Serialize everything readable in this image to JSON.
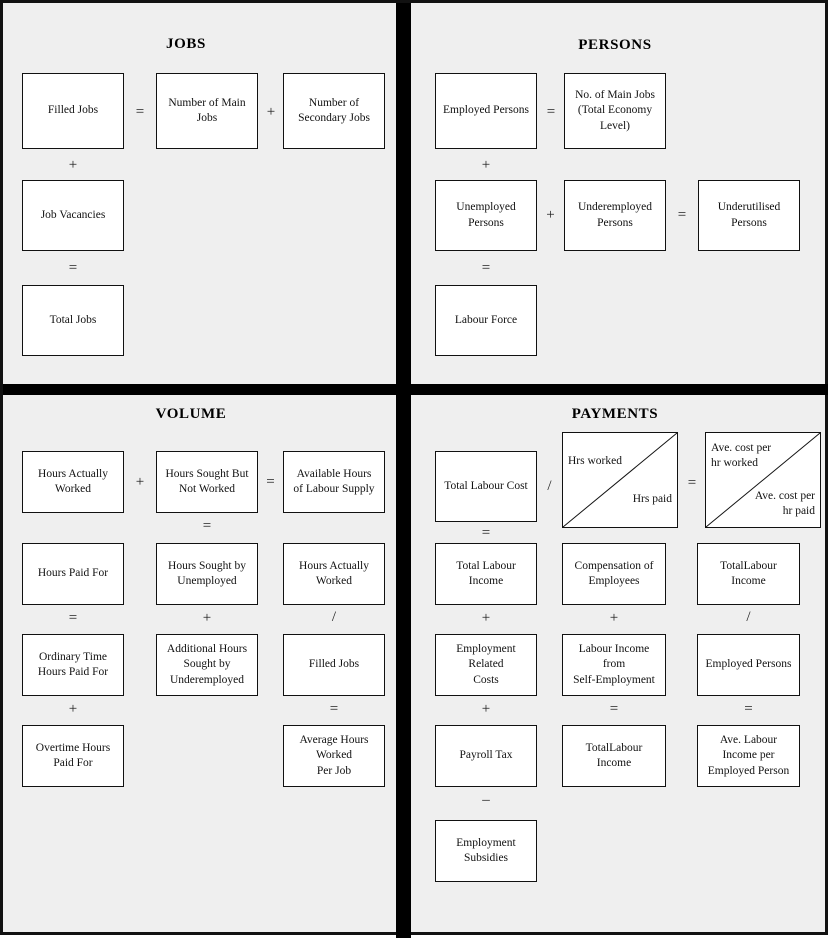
{
  "page": {
    "title": "Labour Market Framework Diagram",
    "background_color": "#efefef",
    "box_fill": "#ffffff",
    "line_color": "#111111",
    "divider_color": "#000000"
  },
  "quadrants": {
    "jobs": {
      "title": "JOBS",
      "boxes": [
        {
          "id": "filled-jobs",
          "label": "Filled Jobs"
        },
        {
          "id": "number-of-main-jobs",
          "label": "Number of Main\nJobs"
        },
        {
          "id": "number-of-secondary-jobs",
          "label": "Number of\nSecondary Jobs"
        },
        {
          "id": "job-vacancies",
          "label": "Job Vacancies"
        },
        {
          "id": "total-jobs",
          "label": "Total Jobs"
        }
      ],
      "operators": [
        {
          "id": "eq-filled-main",
          "symbol": "="
        },
        {
          "id": "plus-main-secondary",
          "symbol": "+"
        },
        {
          "id": "plus-filled-vacancies",
          "symbol": "+"
        },
        {
          "id": "eq-vacancies-total",
          "symbol": "="
        }
      ]
    },
    "persons": {
      "title": "PERSONS",
      "boxes": [
        {
          "id": "employed-persons",
          "label": "Employed Persons"
        },
        {
          "id": "no-of-main-jobs-total-economy",
          "label": "No. of Main Jobs\n(Total Economy\nLevel)"
        },
        {
          "id": "unemployed-persons",
          "label": "Unemployed\nPersons"
        },
        {
          "id": "underemployed-persons",
          "label": "Underemployed\nPersons"
        },
        {
          "id": "underutilised-persons",
          "label": "Underutilised\nPersons"
        },
        {
          "id": "labour-force",
          "label": "Labour Force"
        }
      ],
      "operators": [
        {
          "id": "eq-employed-mainjobs",
          "symbol": "="
        },
        {
          "id": "plus-employed-unemployed",
          "symbol": "+"
        },
        {
          "id": "plus-unemployed-underemployed",
          "symbol": "+"
        },
        {
          "id": "eq-underemployed-underutilised",
          "symbol": "="
        },
        {
          "id": "eq-unemployed-labourforce",
          "symbol": "="
        }
      ]
    },
    "volume": {
      "title": "VOLUME",
      "boxes": [
        {
          "id": "hours-actually-worked",
          "label": "Hours Actually\nWorked"
        },
        {
          "id": "hours-sought-but-not-worked",
          "label": "Hours Sought But\nNot Worked"
        },
        {
          "id": "available-hours-of-labour-supply",
          "label": "Available Hours\nof Labour Supply"
        },
        {
          "id": "hours-paid-for",
          "label": "Hours Paid For"
        },
        {
          "id": "hours-sought-by-unemployed",
          "label": "Hours Sought by\nUnemployed"
        },
        {
          "id": "hours-actually-worked-2",
          "label": "Hours Actually\nWorked"
        },
        {
          "id": "ordinary-time-hours-paid-for",
          "label": "Ordinary Time\nHours Paid For"
        },
        {
          "id": "additional-hours-sought-by-underemployed",
          "label": "Additional Hours\nSought by\nUnderemployed"
        },
        {
          "id": "filled-jobs-volume",
          "label": "Filled Jobs"
        },
        {
          "id": "overtime-hours-paid-for",
          "label": "Overtime Hours\nPaid For"
        },
        {
          "id": "average-hours-worked-per-job",
          "label": "Average Hours\nWorked\nPer Job"
        }
      ],
      "operators": [
        {
          "id": "plus-haw-hsbnw",
          "symbol": "+"
        },
        {
          "id": "eq-hsbnw-available",
          "symbol": "="
        },
        {
          "id": "eq-hsbnw-hsbu",
          "symbol": "="
        },
        {
          "id": "eq-hpf-othpf",
          "symbol": "="
        },
        {
          "id": "plus-hsbu-addl",
          "symbol": "+"
        },
        {
          "id": "div-haw2-filledjobs",
          "symbol": "/"
        },
        {
          "id": "plus-othpf-overtime",
          "symbol": "+"
        },
        {
          "id": "eq-filledjobs-avghours",
          "symbol": "="
        }
      ]
    },
    "payments": {
      "title": "PAYMENTS",
      "boxes": [
        {
          "id": "total-labour-cost",
          "label": "Total Labour Cost"
        },
        {
          "id": "total-labour-income-1",
          "label": "Total Labour\nIncome"
        },
        {
          "id": "employment-related-costs",
          "label": "Employment\nRelated\nCosts"
        },
        {
          "id": "payroll-tax",
          "label": "Payroll Tax"
        },
        {
          "id": "employment-subsidies",
          "label": "Employment\nSubsidies"
        },
        {
          "id": "compensation-of-employees",
          "label": "Compensation of\nEmployees"
        },
        {
          "id": "labour-income-from-self-employment",
          "label": "Labour Income\nfrom\nSelf-Employment"
        },
        {
          "id": "total-labour-income-2",
          "label": "TotalLabour\nIncome"
        },
        {
          "id": "total-labour-income-3",
          "label": "TotalLabour\nIncome"
        },
        {
          "id": "employed-persons-payments",
          "label": "Employed Persons"
        },
        {
          "id": "ave-labour-income-per-employed-person",
          "label": "Ave. Labour\nIncome per\nEmployed Person"
        }
      ],
      "split_boxes": [
        {
          "id": "hrs-worked-hrs-paid",
          "top_left": "Hrs worked",
          "bottom_right": "Hrs paid"
        },
        {
          "id": "ave-cost-per-hr",
          "top_left": "Ave. cost per\nhr worked",
          "bottom_right": "Ave. cost per\nhr paid"
        }
      ],
      "operators": [
        {
          "id": "div-cost-hrs",
          "symbol": "/"
        },
        {
          "id": "eq-hrs-avecost",
          "symbol": "="
        },
        {
          "id": "eq-tlc-tli",
          "symbol": "="
        },
        {
          "id": "plus-tli-erc",
          "symbol": "+"
        },
        {
          "id": "plus-erc-payroll",
          "symbol": "+"
        },
        {
          "id": "minus-payroll-subsidies",
          "symbol": "–"
        },
        {
          "id": "plus-coe-lise",
          "symbol": "+"
        },
        {
          "id": "eq-lise-tli2",
          "symbol": "="
        },
        {
          "id": "div-tli3-employed",
          "symbol": "/"
        },
        {
          "id": "eq-employed-avelabourincome",
          "symbol": "="
        }
      ]
    }
  }
}
